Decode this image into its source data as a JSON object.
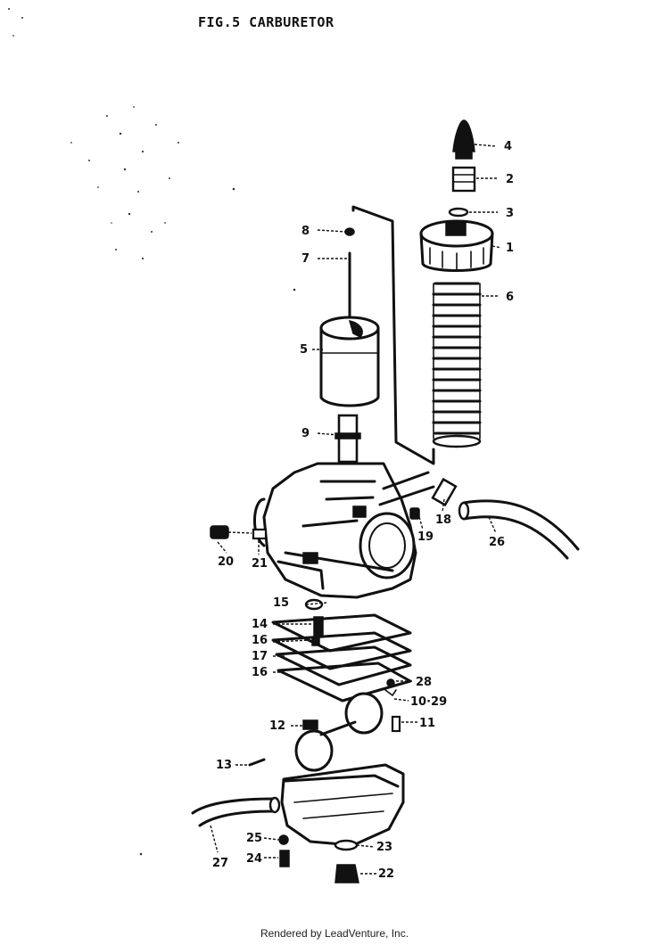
{
  "figure": {
    "title": "FIG.5   CARBURETOR"
  },
  "footer": {
    "text": "Rendered by LeadVenture, Inc."
  },
  "callouts": {
    "c1": "1",
    "c2": "2",
    "c3": "3",
    "c4": "4",
    "c5": "5",
    "c6": "6",
    "c7": "7",
    "c8": "8",
    "c9": "9",
    "c10_29": "10·29",
    "c11": "11",
    "c12": "12",
    "c13": "13",
    "c14": "14",
    "c15": "15",
    "c16a": "16",
    "c16b": "16",
    "c17": "17",
    "c18": "18",
    "c19": "19",
    "c20": "20",
    "c21": "21",
    "c22": "22",
    "c23": "23",
    "c24": "24",
    "c25": "25",
    "c26": "26",
    "c27": "27",
    "c28": "28"
  }
}
